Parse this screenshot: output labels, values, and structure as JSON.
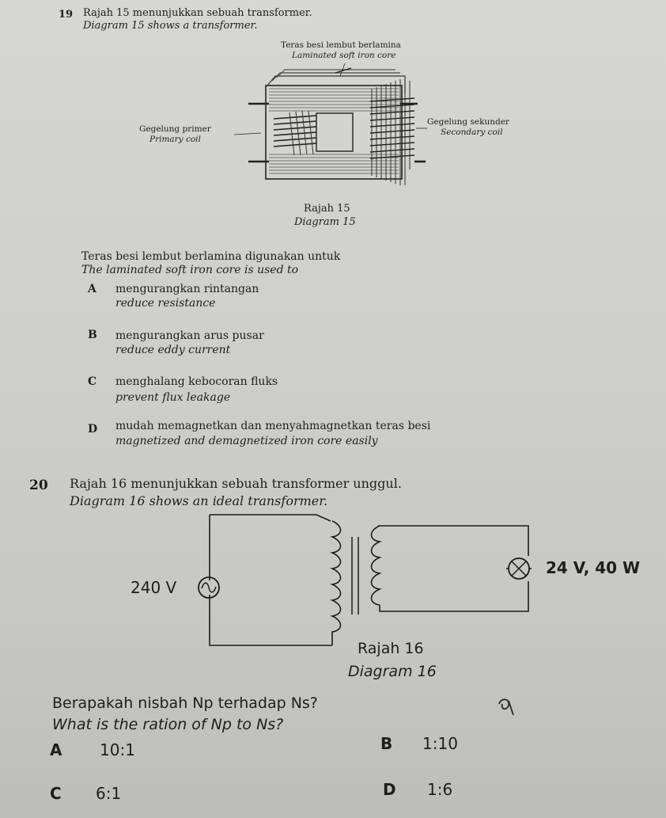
{
  "q19": {
    "number": "19",
    "malay": "Rajah 15 menunjukkan sebuah transformer.",
    "english": "Diagram 15 shows a transformer.",
    "diagram": {
      "core_label_malay": "Teras besi lembut berlamina",
      "core_label_english": "Laminated soft iron core",
      "primary_malay": "Gegelung primer",
      "primary_english": "Primary coil",
      "secondary_malay": "Gegelung sekunder",
      "secondary_english": "Secondary coil",
      "caption_malay": "Rajah 15",
      "caption_english": "Diagram 15"
    },
    "stem_malay": "Teras besi lembut berlamina digunakan untuk",
    "stem_english": "The laminated soft iron core is used to",
    "options": [
      {
        "letter": "A",
        "malay": "mengurangkan rintangan",
        "english": "reduce resistance"
      },
      {
        "letter": "B",
        "malay": "mengurangkan arus pusar",
        "english": "reduce eddy current"
      },
      {
        "letter": "C",
        "malay": "menghalang kebocoran fluks",
        "english": "prevent flux leakage"
      },
      {
        "letter": "D",
        "malay": "mudah memagnetkan dan menyahmagnetkan teras besi",
        "english": "magnetized and demagnetized iron core easily"
      }
    ]
  },
  "q20": {
    "number": "20",
    "malay": "Rajah 16 menunjukkan sebuah transformer unggul.",
    "english": "Diagram 16  shows an ideal transformer.",
    "diagram": {
      "input_voltage": "240 V",
      "lamp_rating": "24 V, 40 W",
      "caption_malay": "Rajah 16",
      "caption_english": "Diagram 16"
    },
    "question_malay": "Berapakah nisbah Np terhadap Ns?",
    "question_english": "What is the ration of Np to Ns?",
    "options": [
      {
        "letter": "A",
        "value": "10:1"
      },
      {
        "letter": "B",
        "value": "1:10"
      },
      {
        "letter": "C",
        "value": "6:1"
      },
      {
        "letter": "D",
        "value": "1:6"
      }
    ]
  }
}
